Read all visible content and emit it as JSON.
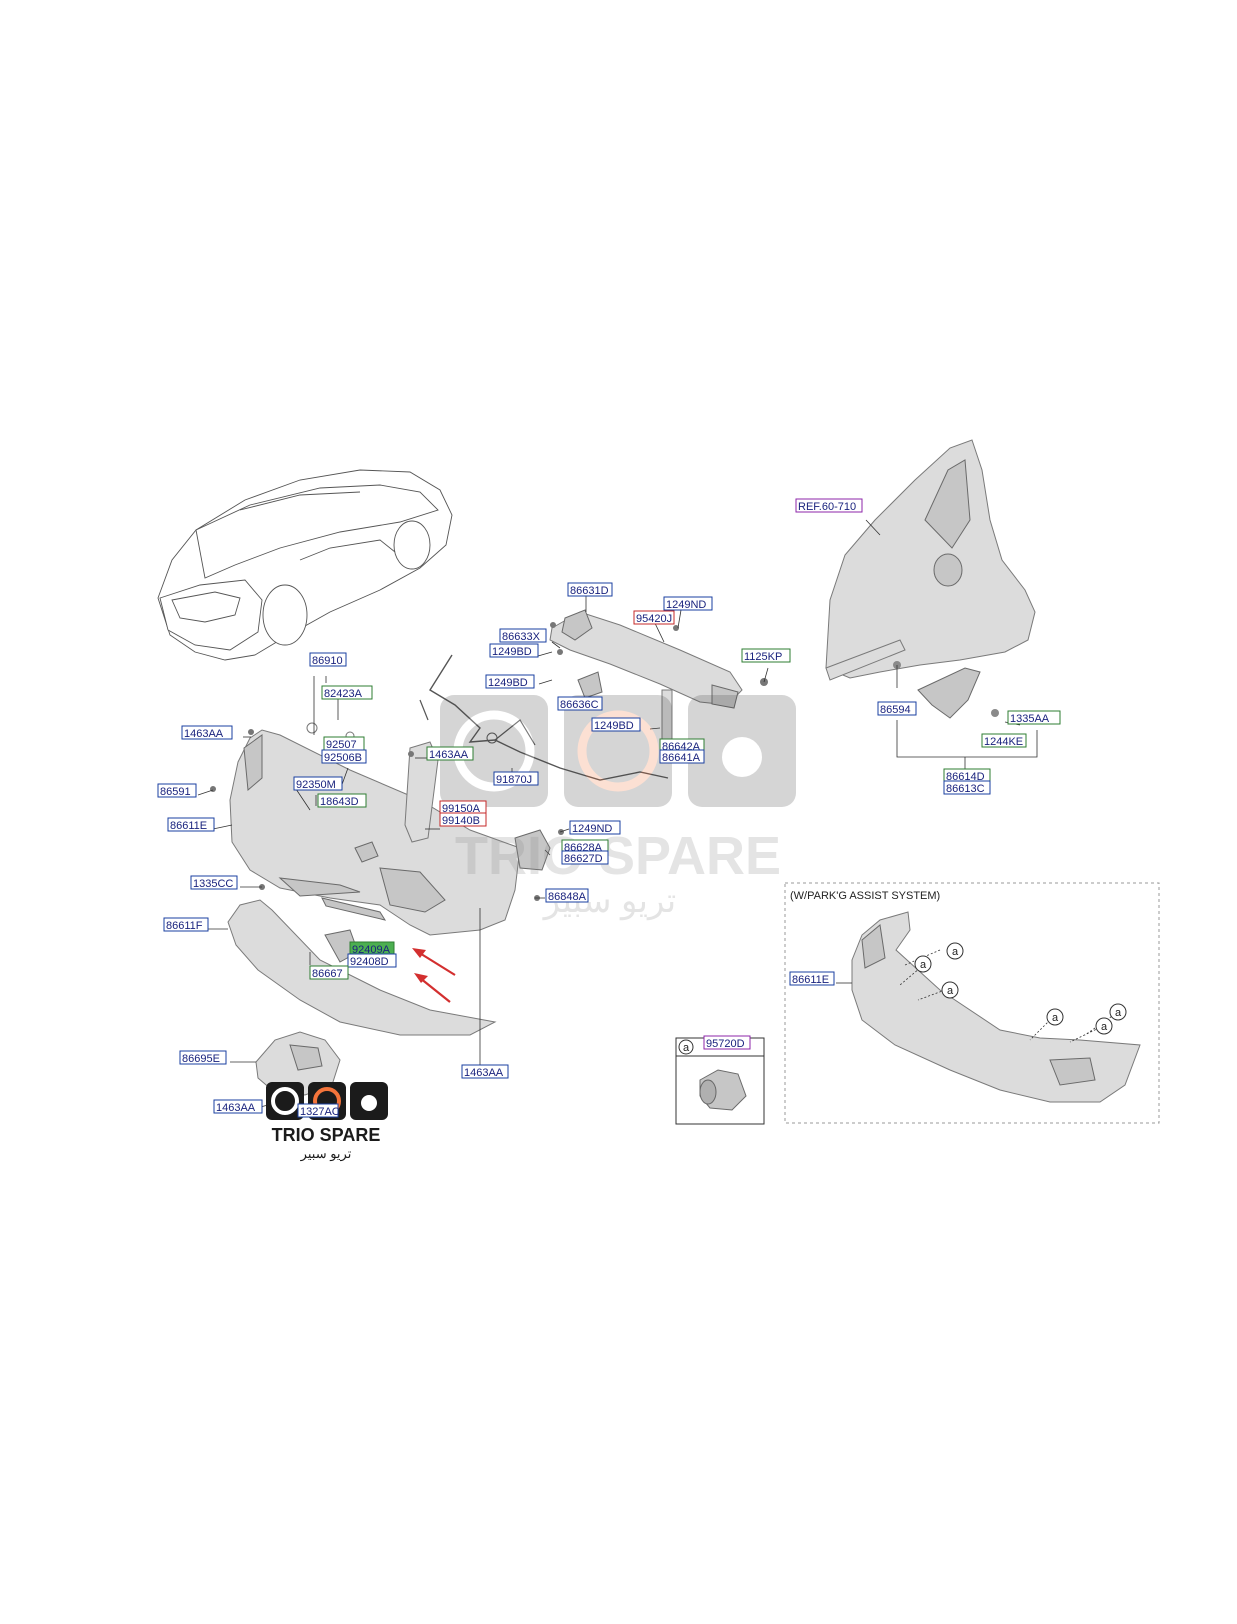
{
  "labels": {
    "86910": "86910",
    "82423A": "82423A",
    "1463AA_left": "1463AA",
    "92507": "92507",
    "92506B": "92506B",
    "92350M": "92350M",
    "18643D": "18643D",
    "86591": "86591",
    "86611E": "86611E",
    "1463AA_mid": "1463AA",
    "99150A": "99150A",
    "99140B": "99140B",
    "1335CC": "1335CC",
    "86611F": "86611F",
    "92409A": "92409A",
    "92408D": "92408D",
    "86667": "86667",
    "86695E": "86695E",
    "1463AA_bottom": "1463AA",
    "1463AA_lowleft": "1463AA",
    "1327AC": "1327AC",
    "86631D": "86631D",
    "95420J": "95420J",
    "1249ND_top": "1249ND",
    "86633X": "86633X",
    "1249BD_a": "1249BD",
    "1249BD_b": "1249BD",
    "86636C": "86636C",
    "1249BD_c": "1249BD",
    "1125KP": "1125KP",
    "86642A": "86642A",
    "86641A": "86641A",
    "91870J": "91870J",
    "1249ND_mid": "1249ND",
    "86628A": "86628A",
    "86627D": "86627D",
    "86848A": "86848A",
    "REF60710": "REF.60-710",
    "86594": "86594",
    "1335AA": "1335AA",
    "1244KE": "1244KE",
    "86614D": "86614D",
    "86613C": "86613C",
    "86611E_inset": "86611E",
    "95720D": "95720D"
  },
  "inset": {
    "title": "(W/PARK'G ASSIST SYSTEM)",
    "callout_letter": "a"
  },
  "watermark": {
    "brand": "TRIO SPARE",
    "arabic": "تريو سبير"
  },
  "colors": {
    "label_text": "#1a237e",
    "box_green": "#2e7d32",
    "box_red": "#c62828",
    "box_blue": "#1a3fa0",
    "box_purple": "#8e24aa",
    "fill_green": "#4caf50",
    "arrow_red": "#d32f2f",
    "logo_dark": "#1b1b1b",
    "logo_orange": "#f4743b"
  }
}
